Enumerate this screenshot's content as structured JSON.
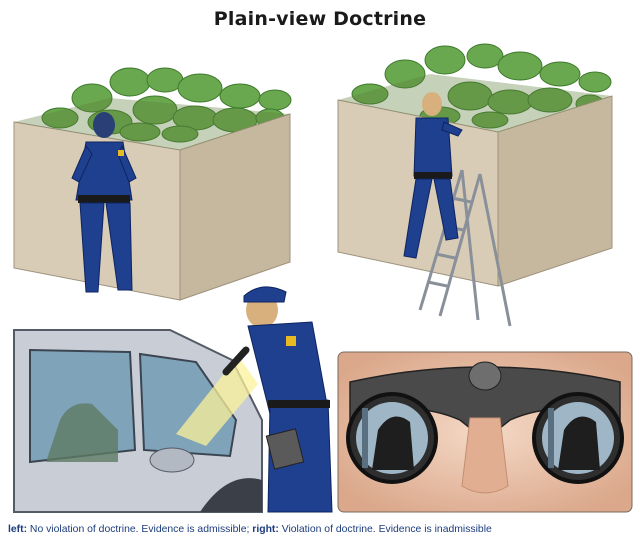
{
  "title": "Plain-view Doctrine",
  "caption": {
    "left_label": "left:",
    "left_text": " No violation of doctrine. Evidence is admissible; ",
    "right_label": "right:",
    "right_text": " Violation of doctrine. Evidence is inadmissible"
  },
  "colors": {
    "wall": "#d8ccb6",
    "wall_shadow": "#c6b89f",
    "plants": "#6aa84f",
    "uniform": "#1f3f8f",
    "badge": "#e7b923",
    "car": "#c9ced6",
    "flashlight_beam": "#fbf19a",
    "caption": "#1c3c7c"
  },
  "panels": [
    {
      "position": "top-left",
      "scene": "officer-standing-behind-wall"
    },
    {
      "position": "top-right",
      "scene": "officer-on-ladder-over-wall"
    },
    {
      "position": "bottom-left",
      "scene": "officer-flashlight-into-car"
    },
    {
      "position": "bottom-right",
      "scene": "binocular-view-into-window"
    }
  ]
}
